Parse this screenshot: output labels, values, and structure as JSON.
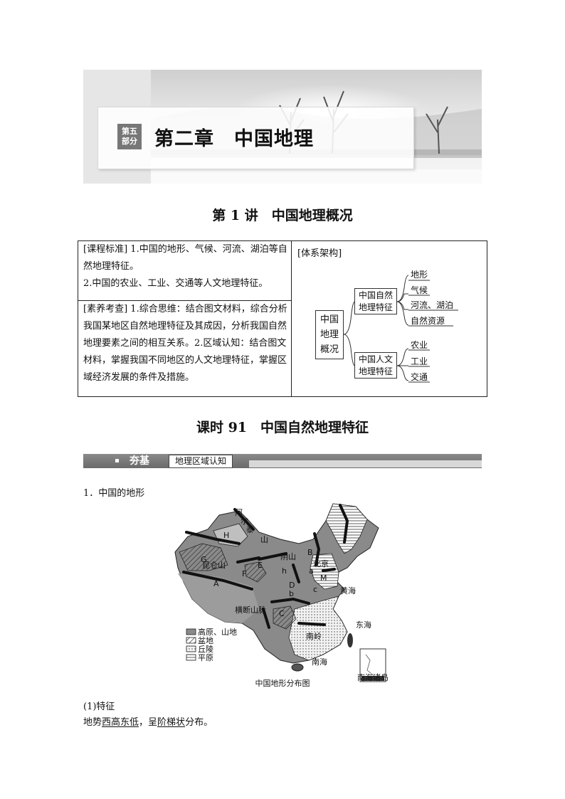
{
  "header": {
    "part_badge_line1": "第五",
    "part_badge_line2": "部分",
    "chapter_title": "第二章　中国地理"
  },
  "lecture_title": "第 1 讲　中国地理概况",
  "standards": {
    "course_label": "[课程标准]",
    "course_text_1": "1.中国的地形、气候、河流、湖泊等自然地理特征。",
    "course_text_2": "2.中国的农业、工业、交通等人文地理特征。",
    "literacy_label": "[素养考查]",
    "literacy_text": "1.综合思维：结合图文材料，综合分析我国某地区自然地理特征及其成因，分析我国自然地理要素之间的相互关系。2.区域认知：结合图文材料，掌握我国不同地区的人文地理特征，掌握区域经济发展的条件及措施。"
  },
  "framework": {
    "heading": "[体系架构]",
    "root_line1": "中国",
    "root_line2": "地理",
    "root_line3": "概况",
    "natural_line1": "中国自然",
    "natural_line2": "地理特征",
    "natural_leaves": [
      "地形",
      "气候",
      "河流、湖泊",
      "自然资源"
    ],
    "human_line1": "中国人文",
    "human_line2": "地理特征",
    "human_leaves": [
      "农业",
      "工业",
      "交通"
    ]
  },
  "lesson_title": "课时 91　中国自然地理特征",
  "section": {
    "name": "夯基",
    "subtitle": "地理区域认知"
  },
  "item_heading": "1．中国的地形",
  "map": {
    "caption": "中国地形分布图",
    "legend": [
      "高原、山地",
      "盆地",
      "丘陵",
      "平原"
    ],
    "labels": {
      "altai": [
        "阿",
        "尔",
        "泰",
        "山"
      ],
      "kunlun": "昆仑山",
      "yinshan": "阴山",
      "beijing": "北京",
      "hengduan": "横断山脉",
      "nanling": "南岭",
      "huanghai": "黄海",
      "donghai": "东海",
      "nanhai": "南海",
      "inset": "南海诸岛",
      "letters": [
        "A",
        "B",
        "C",
        "D",
        "E",
        "F",
        "G",
        "H",
        "M",
        "a",
        "b",
        "c",
        "h"
      ]
    }
  },
  "feature": {
    "heading": "(1)特征",
    "text_pre": "地势",
    "text_ul1": "西高东低",
    "text_mid": "，呈",
    "text_ul2": "阶梯状",
    "text_post": "分布。"
  }
}
